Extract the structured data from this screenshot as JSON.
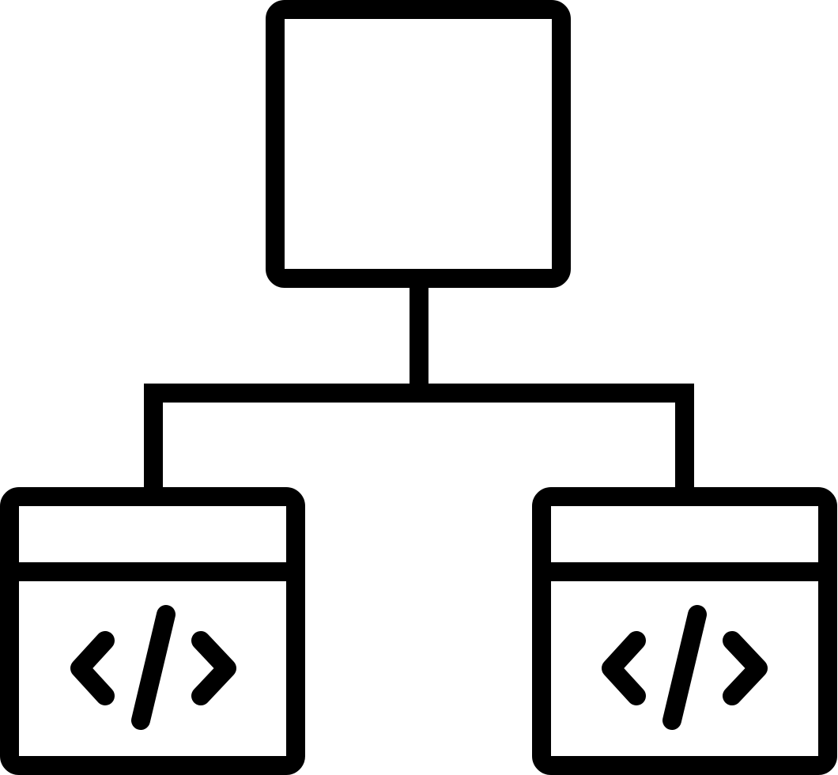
{
  "icon": {
    "name": "hierarchy-code-windows-icon",
    "stroke_color": "#000000",
    "background_color": "#ffffff",
    "nodes": [
      {
        "role": "parent",
        "icon": "square-node-icon"
      },
      {
        "role": "child",
        "icon": "code-window-icon",
        "symbol": "code-brackets-icon"
      },
      {
        "role": "child",
        "icon": "code-window-icon",
        "symbol": "code-brackets-icon"
      }
    ]
  }
}
